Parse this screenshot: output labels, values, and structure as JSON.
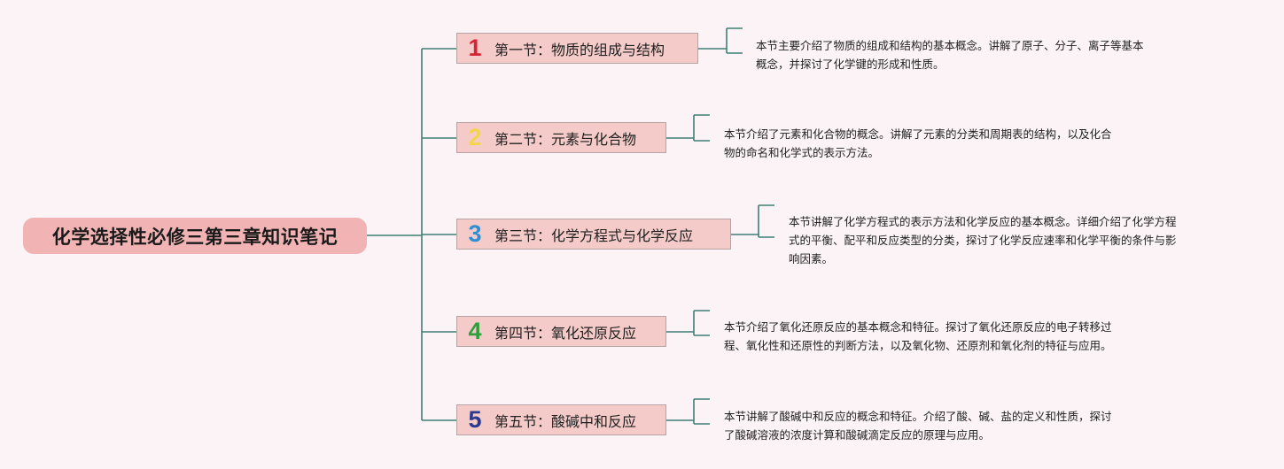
{
  "root": {
    "title": "化学选择性必修三第三章知识笔记"
  },
  "colors": {
    "background": "#fbf3f5",
    "root_fill": "#f1b3b3",
    "node_fill": "#f4cbc8",
    "connector": "#3f7f74"
  },
  "sections": [
    {
      "num": "1",
      "num_color": "#d62435",
      "label": "第一节：物质的组成与结构",
      "summary_line1": "本节主要介绍了物质的组成和结构的基本概念。讲解了原子、分子、离子等基本",
      "summary_line2": "概念，并探讨了化学键的形成和性质。",
      "summary_line3": ""
    },
    {
      "num": "2",
      "num_color": "#f3d54c",
      "label": "第二节：元素与化合物",
      "summary_line1": "本节介绍了元素和化合物的概念。讲解了元素的分类和周期表的结构，以及化合",
      "summary_line2": "物的命名和化学式的表示方法。",
      "summary_line3": ""
    },
    {
      "num": "3",
      "num_color": "#2f8fd3",
      "label": "第三节：化学方程式与化学反应",
      "summary_line1": "本节讲解了化学方程式的表示方法和化学反应的基本概念。详细介绍了化学方程",
      "summary_line2": "式的平衡、配平和反应类型的分类，探讨了化学反应速率和化学平衡的条件与影",
      "summary_line3": "响因素。"
    },
    {
      "num": "4",
      "num_color": "#2f9e3c",
      "label": "第四节：氧化还原反应",
      "summary_line1": "本节介绍了氧化还原反应的基本概念和特征。探讨了氧化还原反应的电子转移过",
      "summary_line2": "程、氧化性和还原性的判断方法，以及氧化物、还原剂和氧化剂的特征与应用。",
      "summary_line3": ""
    },
    {
      "num": "5",
      "num_color": "#2b3a8f",
      "label": "第五节：酸碱中和反应",
      "summary_line1": "本节讲解了酸碱中和反应的概念和特征。介绍了酸、碱、盐的定义和性质，探讨",
      "summary_line2": "了酸碱溶液的浓度计算和酸碱滴定反应的原理与应用。",
      "summary_line3": ""
    }
  ]
}
